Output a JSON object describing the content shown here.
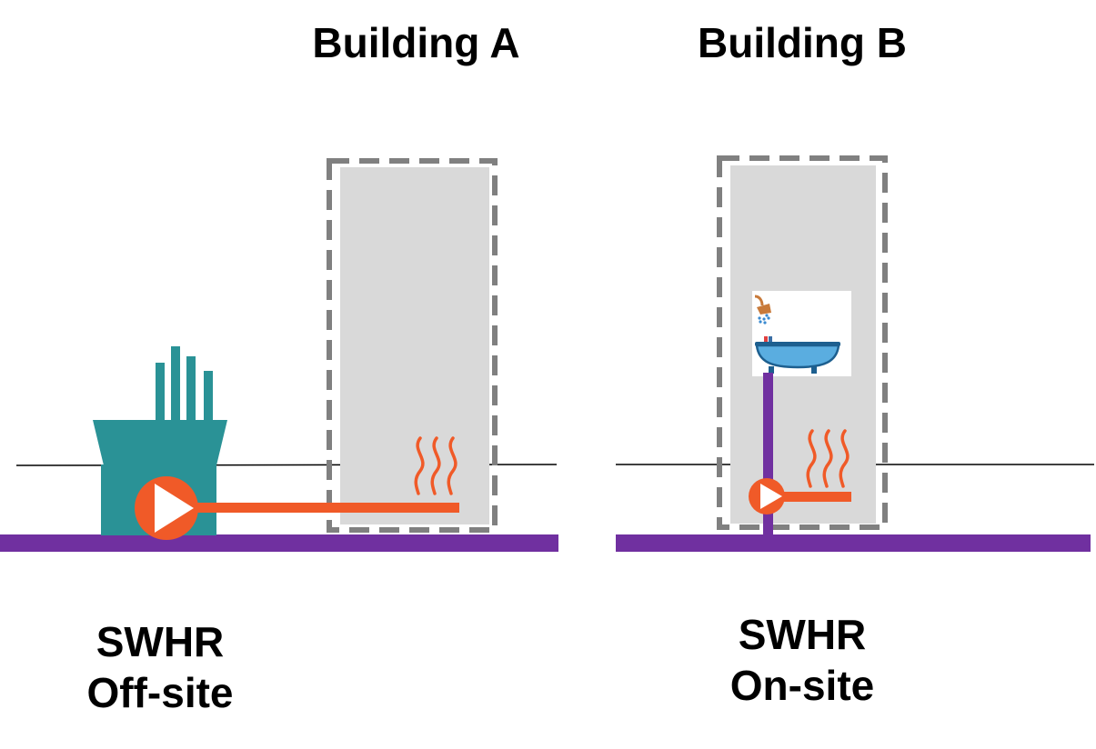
{
  "building_a": {
    "title": "Building A"
  },
  "building_b": {
    "title": "Building B"
  },
  "swhr_offsite": {
    "line1": "SWHR",
    "line2": "Off-site"
  },
  "swhr_onsite": {
    "line1": "SWHR",
    "line2": "On-site"
  },
  "colors": {
    "sewer": "#7030a0",
    "heat_pipe": "#f05a28",
    "plant": "#2a9296",
    "building_fill": "#d9d9d9",
    "building_border": "#808080",
    "bath": "#5aade0"
  },
  "icons": [
    "plant-icon",
    "pump-icon",
    "heat-icon",
    "bathtub-icon",
    "shower-icon"
  ]
}
